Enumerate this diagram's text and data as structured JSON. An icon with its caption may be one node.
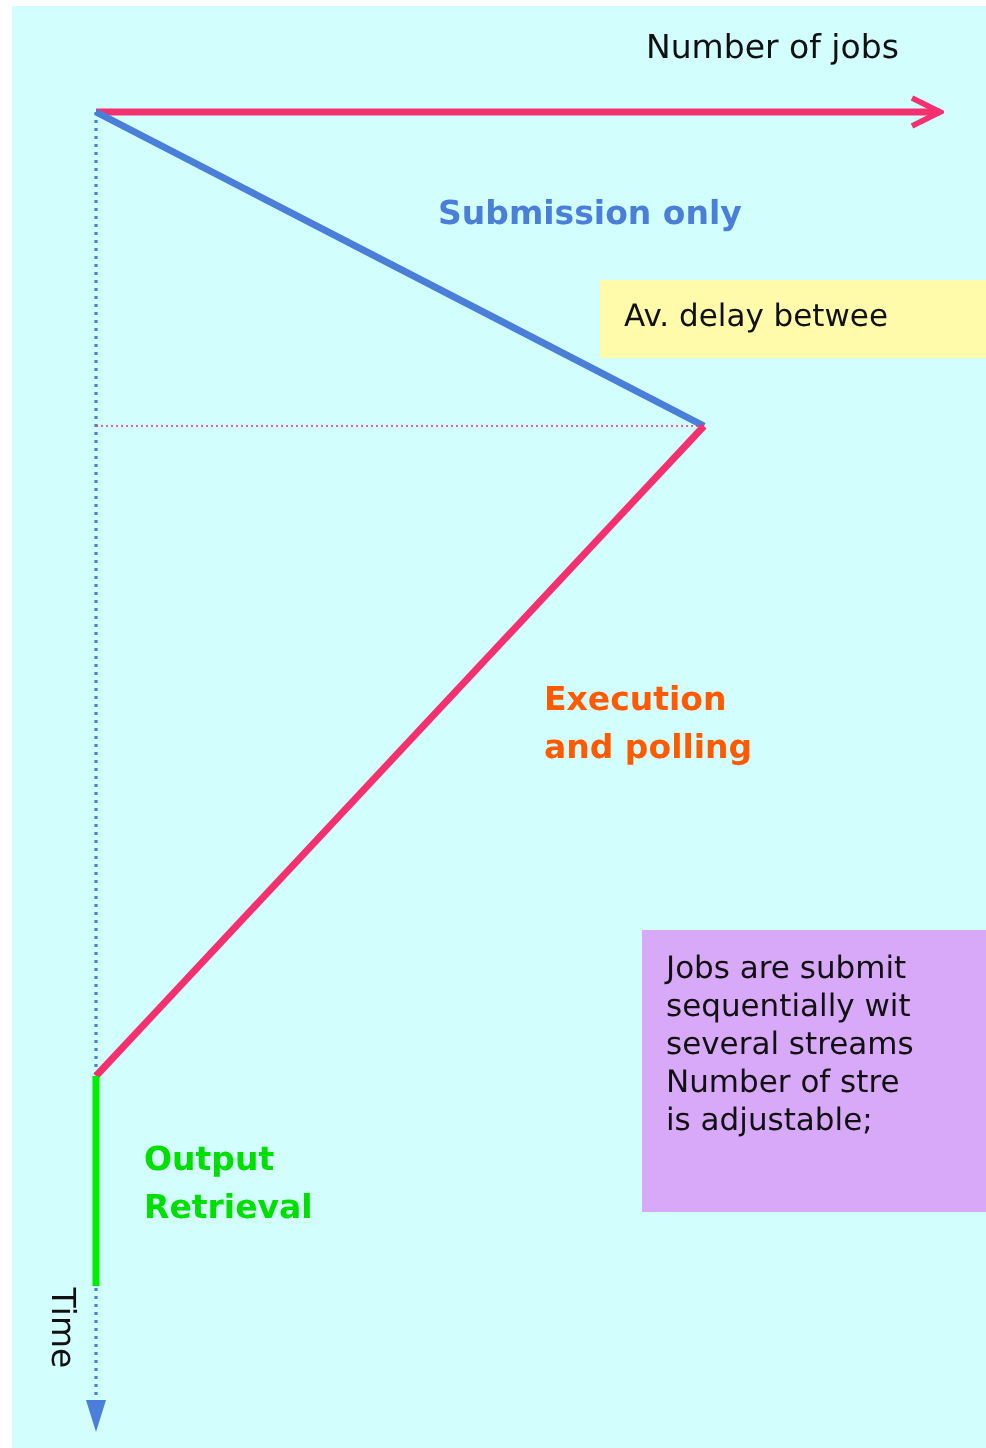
{
  "diagram": {
    "nodes": [
      {
        "text": [
          "Av. delay betwee"
        ]
      },
      {
        "text": [
          "Jobs are submit",
          "sequentially wit",
          "several streams",
          "Number of stre",
          "is adjustable;"
        ]
      }
    ],
    "labels": [
      "Number of jobs",
      "Submission only",
      "Execution and polling",
      "Output Retrieval",
      "Time"
    ]
  }
}
